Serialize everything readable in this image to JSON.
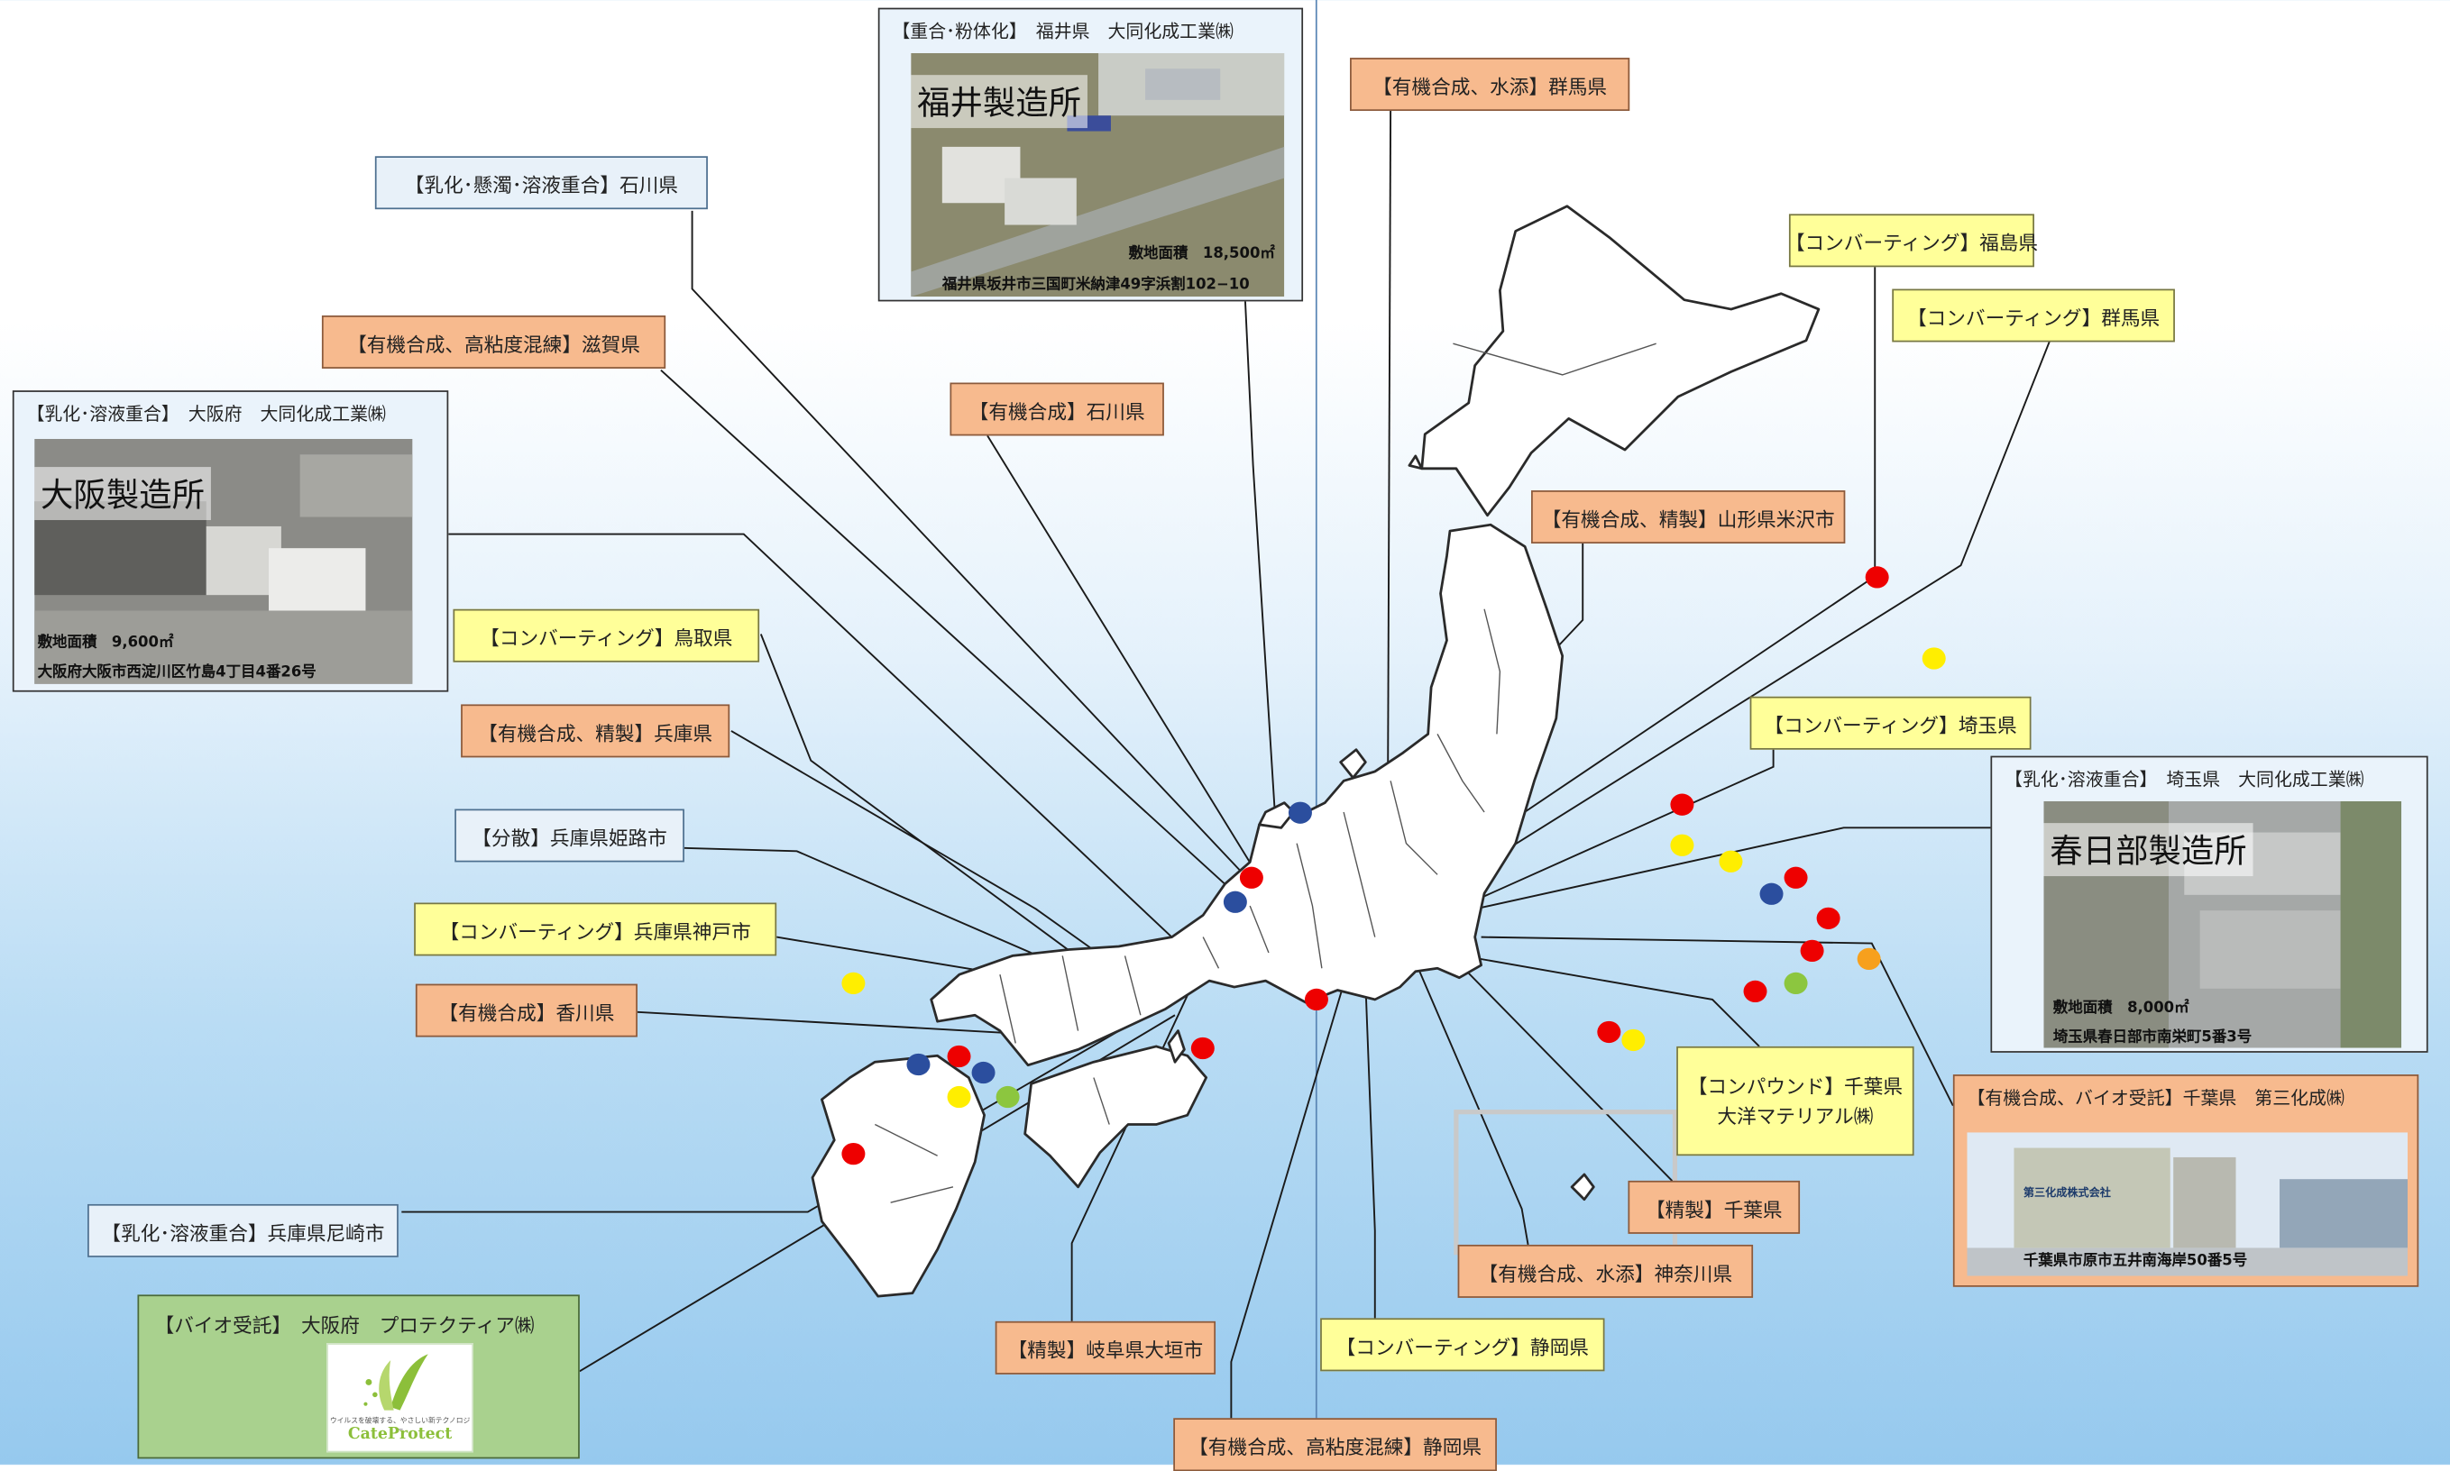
{
  "labels": {
    "fukushima_conv": "【コンバーティング】福島県",
    "gunma_conv": "【コンバーティング】群馬県",
    "gunma_org": "【有機合成、水添】群馬県",
    "ishikawa_emul": "【乳化･懸濁･溶液重合】石川県",
    "shiga_org": "【有機合成、高粘度混練】滋賀県",
    "ishikawa_org": "【有機合成】石川県",
    "yamagata_org": "【有機合成、精製】山形県米沢市",
    "tottori_conv": "【コンバーティング】鳥取県",
    "hyogo_org": "【有機合成、精製】兵庫県",
    "saitama_conv": "【コンバーティング】埼玉県",
    "himeji_disp": "【分散】兵庫県姫路市",
    "kobe_conv": "【コンバーティング】兵庫県神戸市",
    "kagawa_org": "【有機合成】香川県",
    "amagasaki_emul": "【乳化･溶液重合】兵庫県尼崎市",
    "chiba_compound_1": "【コンパウンド】千葉県",
    "chiba_compound_2": "大洋マテリアル㈱",
    "chiba_refine": "【精製】千葉県",
    "kanagawa_org": "【有機合成、水添】神奈川県",
    "shizuoka_conv": "【コンバーティング】静岡県",
    "ogaki_refine": "【精製】岐阜県大垣市",
    "shizuoka_org": "【有機合成、高粘度混練】静岡県"
  },
  "fukui": {
    "header": "【重合･粉体化】　福井県　大同化成工業㈱",
    "name": "福井製造所",
    "area": "敷地面積　18,500㎡",
    "address": "福井県坂井市三国町米納津49字浜割102−10"
  },
  "osaka": {
    "header": "【乳化･溶液重合】　大阪府　大同化成工業㈱",
    "name": "大阪製造所",
    "area": "敷地面積　9,600㎡",
    "address": "大阪府大阪市西淀川区竹島4丁目4番26号"
  },
  "kasukabe": {
    "header": "【乳化･溶液重合】　埼玉県　大同化成工業㈱",
    "name": "春日部製造所",
    "area": "敷地面積　8,000㎡",
    "address": "埼玉県春日部市南栄町5番3号"
  },
  "daisan": {
    "header": "【有機合成、バイオ受託】千葉県　第三化成㈱",
    "sign": "第三化成株式会社",
    "address": "千葉県市原市五井南海岸50番5号"
  },
  "bio": {
    "header": "【バイオ受託】　大阪府　プロテクティア㈱",
    "logo_tagline": "ウイルスを破壊する、やさしい新テクノロジー",
    "logo_name": "CateProtect"
  },
  "colors": {
    "orange_box": "#f7ba8e",
    "yellow_box": "#ffff99",
    "green_box": "#a9d18e",
    "dot_red": "#ee0000",
    "dot_blue": "#2b4e9e",
    "dot_yellow": "#ffee00",
    "dot_green": "#8cc63f",
    "dot_orange": "#f7a01d"
  },
  "dots": [
    {
      "color": "red",
      "lon": 136.25,
      "lat": 36.05
    },
    {
      "color": "blue",
      "lon": 136.55,
      "lat": 36.45
    },
    {
      "color": "blue",
      "lon": 136.15,
      "lat": 35.9
    },
    {
      "color": "red",
      "lon": 136.65,
      "lat": 35.3
    },
    {
      "color": "red",
      "lon": 135.95,
      "lat": 35.0
    },
    {
      "color": "red",
      "lon": 140.1,
      "lat": 37.9
    },
    {
      "color": "yellow",
      "lon": 140.45,
      "lat": 37.4
    },
    {
      "color": "red",
      "lon": 138.9,
      "lat": 36.5
    },
    {
      "color": "yellow",
      "lon": 138.9,
      "lat": 36.25
    },
    {
      "color": "yellow",
      "lon": 139.2,
      "lat": 36.15
    },
    {
      "color": "blue",
      "lon": 139.45,
      "lat": 35.95
    },
    {
      "color": "red",
      "lon": 139.6,
      "lat": 36.05
    },
    {
      "color": "red",
      "lon": 139.8,
      "lat": 35.8
    },
    {
      "color": "orange",
      "lon": 140.05,
      "lat": 35.55
    },
    {
      "color": "red",
      "lon": 139.7,
      "lat": 35.6
    },
    {
      "color": "green",
      "lon": 139.6,
      "lat": 35.4
    },
    {
      "color": "red",
      "lon": 139.35,
      "lat": 35.35
    },
    {
      "color": "red",
      "lon": 138.45,
      "lat": 35.1
    },
    {
      "color": "yellow",
      "lon": 138.6,
      "lat": 35.05
    },
    {
      "color": "yellow",
      "lon": 133.8,
      "lat": 35.4
    },
    {
      "color": "blue",
      "lon": 134.2,
      "lat": 34.9
    },
    {
      "color": "red",
      "lon": 134.45,
      "lat": 34.95
    },
    {
      "color": "blue",
      "lon": 134.6,
      "lat": 34.85
    },
    {
      "color": "yellow",
      "lon": 134.45,
      "lat": 34.7
    },
    {
      "color": "green",
      "lon": 134.75,
      "lat": 34.7
    },
    {
      "color": "red",
      "lon": 133.8,
      "lat": 34.35
    }
  ]
}
